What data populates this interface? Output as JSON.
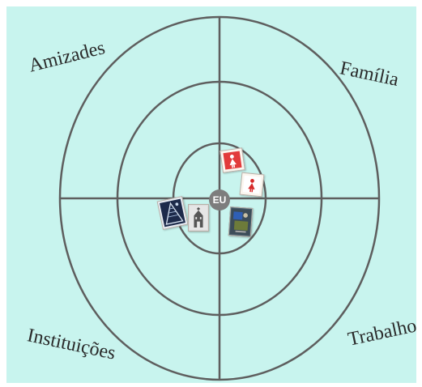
{
  "quadrants": {
    "top_left": "Amizades",
    "top_right": "Família",
    "bottom_left": "Instituições",
    "bottom_right": "Trabalho"
  },
  "center": "EU",
  "colors": {
    "background": "#c8f4ee",
    "lines": "#5e5e5e",
    "icon_red": "#d62a2a"
  },
  "icons": [
    "woman-icon",
    "woman-icon",
    "institution-photo",
    "church-icon",
    "work-photo"
  ]
}
